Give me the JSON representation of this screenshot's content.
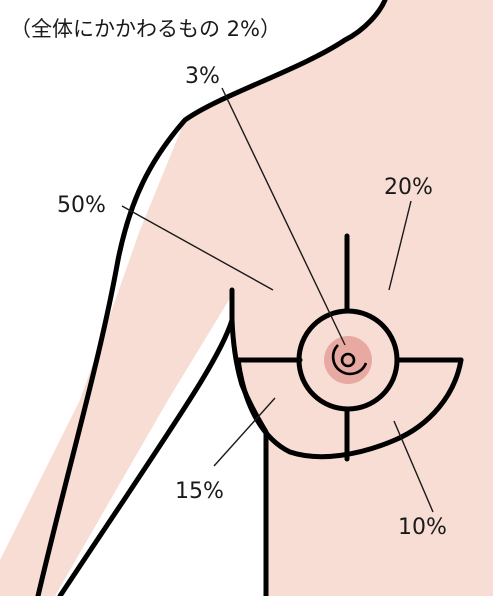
{
  "caption": "（全体にかかわるもの 2%）",
  "regions": [
    {
      "id": "nipple",
      "label": "3%"
    },
    {
      "id": "upper-outer",
      "label": "50%"
    },
    {
      "id": "upper-inner",
      "label": "20%"
    },
    {
      "id": "lower-outer",
      "label": "15%"
    },
    {
      "id": "lower-inner",
      "label": "10%"
    }
  ],
  "colors": {
    "skin": "#f7ddd3",
    "areola": "#e8a9a3",
    "line": "#000000"
  }
}
